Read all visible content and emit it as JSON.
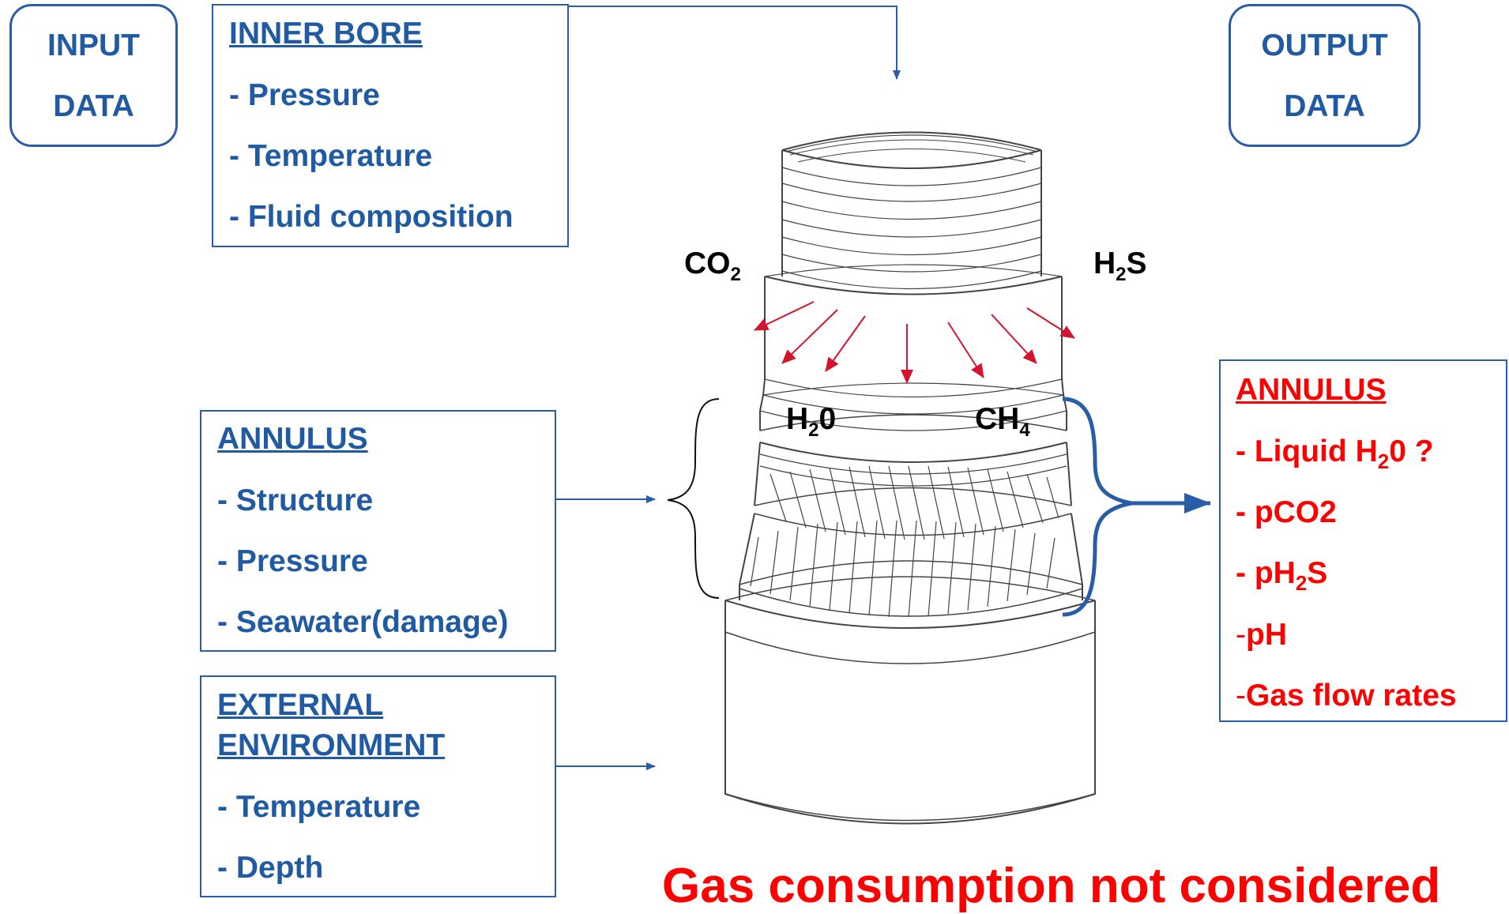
{
  "input_label": [
    "INPUT",
    "DATA"
  ],
  "output_label": [
    "OUTPUT",
    "DATA"
  ],
  "inner_bore": {
    "heading": "INNER BORE",
    "items": [
      "- Pressure",
      "- Temperature",
      "- Fluid composition"
    ]
  },
  "annulus_in": {
    "heading": "ANNULUS",
    "items": [
      "- Structure",
      "- Pressure",
      "- Seawater(damage)"
    ]
  },
  "external": {
    "heading_line1": "EXTERNAL",
    "heading_line2": "ENVIRONMENT",
    "items": [
      "- Temperature",
      "- Depth"
    ]
  },
  "gases": {
    "co2": {
      "base": "CO",
      "sub": "2"
    },
    "h2s": {
      "base": "H",
      "sub": "2",
      "rest": "S"
    },
    "h2o": {
      "base": "H",
      "sub": "2",
      "rest": "0"
    },
    "ch4": {
      "base": "CH",
      "sub": "4"
    }
  },
  "annulus_out": {
    "heading": "ANNULUS",
    "liquid": {
      "pre": "- Liquid H",
      "sub": "2",
      "post": "0 ?"
    },
    "pco2": "- pCO2",
    "ph2s": {
      "pre": "- pH",
      "sub": "2",
      "post": "S"
    },
    "ph_dash": "-",
    "ph": "pH",
    "gas_dash": "-",
    "gas_flow": "Gas flow rates"
  },
  "footer": "Gas consumption not considered",
  "colors": {
    "blue": "#1f5aa3",
    "red": "#ff0000",
    "arrow_red": "#d4142e"
  }
}
